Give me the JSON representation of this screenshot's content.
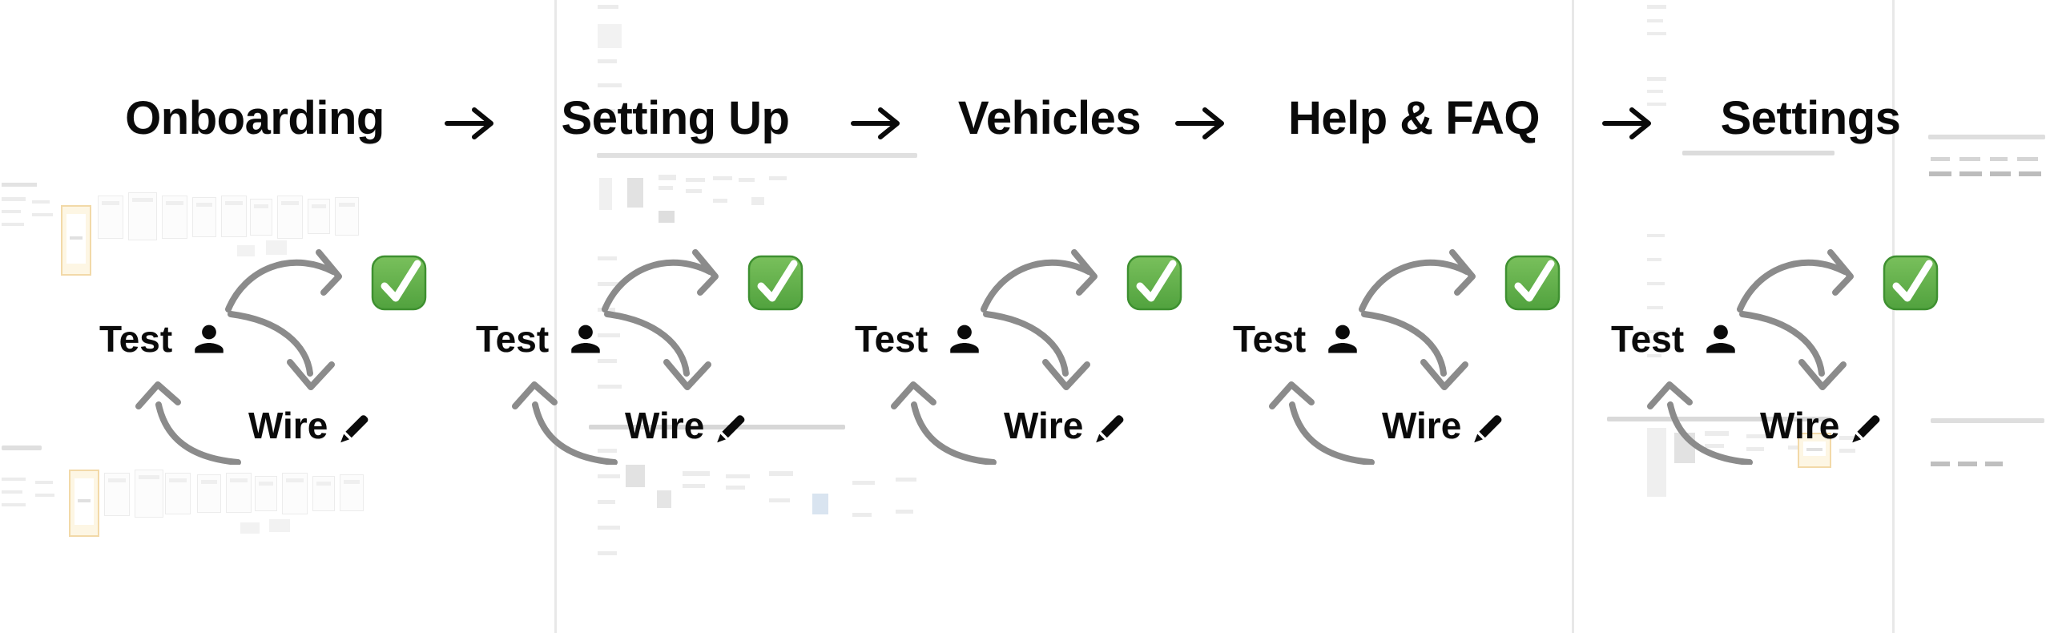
{
  "flow": {
    "arrow_symbol": "→",
    "stages": [
      {
        "id": "onboarding",
        "label": "Onboarding"
      },
      {
        "id": "setting-up",
        "label": "Setting Up"
      },
      {
        "id": "vehicles",
        "label": "Vehicles"
      },
      {
        "id": "help-faq",
        "label": "Help & FAQ"
      },
      {
        "id": "settings",
        "label": "Settings"
      }
    ]
  },
  "cycle": {
    "test_label": "Test",
    "wire_label": "Wire",
    "icons": {
      "person": "person-icon",
      "pencil": "pencil-icon",
      "check": "check-mark-button-icon",
      "loop_arrows": "curved-arrow-icon"
    },
    "colors": {
      "arrow_gray": "#8b8b8b",
      "text_black": "#0a0a0a",
      "check_green_top": "#79c05c",
      "check_green_bottom": "#51a23e",
      "check_border": "#3e9030",
      "check_mark_white": "#ffffff"
    }
  },
  "background": {
    "board_divider_color": "#e8e8e8",
    "highlight_orange_border": "#f2d9a8"
  }
}
